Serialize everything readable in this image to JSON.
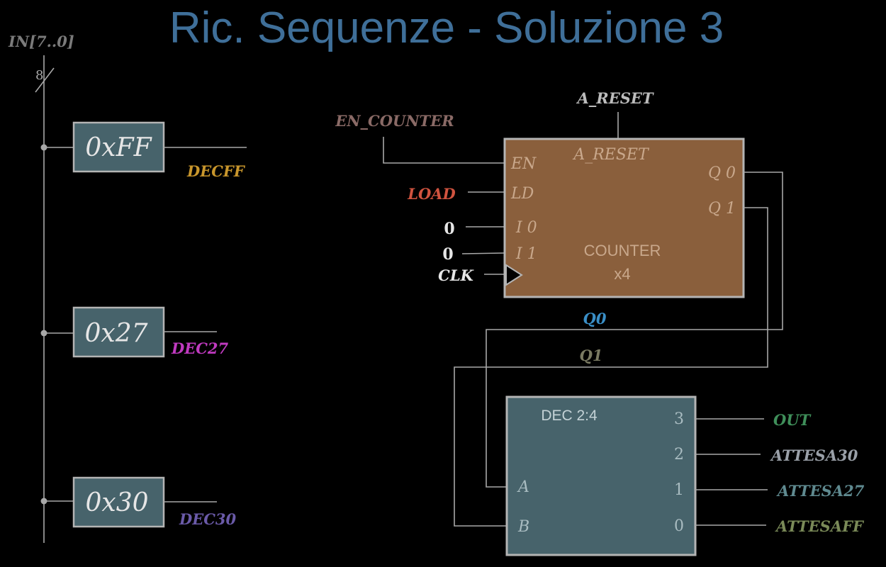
{
  "title": "Ric. Sequenze - Soluzione 3",
  "bus": {
    "label": "IN[7..0]",
    "width": "8"
  },
  "comparators": [
    {
      "value": "0xFF",
      "output": "DECFF",
      "color": "#c8962c"
    },
    {
      "value": "0x27",
      "output": "DEC27",
      "color": "#c03ac0"
    },
    {
      "value": "0x30",
      "output": "DEC30",
      "color": "#6a5aa8"
    }
  ],
  "counter": {
    "name": "COUNTER",
    "size": "x4",
    "inputs": {
      "en": "EN",
      "ld": "LD",
      "i0": "I 0",
      "i1": "I 1",
      "areset": "A_RESET"
    },
    "outputs": {
      "q0": "Q 0",
      "q1": "Q 1"
    },
    "signals": {
      "en": "EN_COUNTER",
      "ld": "LOAD",
      "i0": "0",
      "i1": "0",
      "clk": "CLK",
      "areset": "A_RESET"
    },
    "color": "#8a5f3c"
  },
  "wires": {
    "q0": "Q0",
    "q1": "Q1"
  },
  "decoder": {
    "name": "DEC 2:4",
    "inputs": {
      "a": "A",
      "b": "B"
    },
    "outputs": [
      {
        "index": "3",
        "signal": "OUT",
        "color": "#3f8f5a"
      },
      {
        "index": "2",
        "signal": "ATTESA30",
        "color": "#9aa0a8"
      },
      {
        "index": "1",
        "signal": "ATTESA27",
        "color": "#5f8a90"
      },
      {
        "index": "0",
        "signal": "ATTESAFF",
        "color": "#7a8a58"
      }
    ]
  },
  "colors": {
    "title": "#3f6f99",
    "block_fill": "#47636b",
    "block_stroke": "#b4b4b4",
    "wire": "#a8a8a8",
    "en_counter": "#8a6a66",
    "load": "#d0533f",
    "q0_label": "#3a8fc7",
    "q1_label": "#7a7a62",
    "areset_label": "#bcbcbc",
    "white": "#e6e6e6"
  }
}
